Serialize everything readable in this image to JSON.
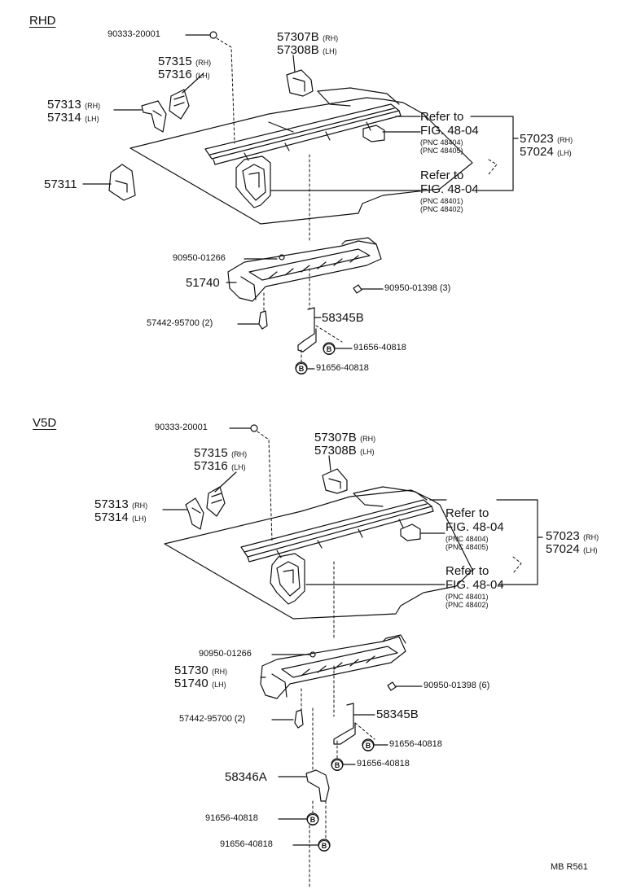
{
  "footer_code": "MB  R561",
  "sections": [
    {
      "title": "RHD",
      "labels": {
        "screw_top": "90333-20001",
        "p57307": "57307B",
        "p57307_tag": "(RH)",
        "p57308": "57308B",
        "p57308_tag": "(LH)",
        "p57315": "57315",
        "p57315_tag": "(RH)",
        "p57316": "57316",
        "p57316_tag": "(LH)",
        "p57313": "57313",
        "p57313_tag": "(RH)",
        "p57314": "57314",
        "p57314_tag": "(LH)",
        "p57311": "57311",
        "ref1_a": "Refer to",
        "ref1_b": "FIG. 48-04",
        "ref1_pnc1": "(PNC 48404)",
        "ref1_pnc2": "(PNC 48405)",
        "ref2_a": "Refer to",
        "ref2_b": "FIG. 48-04",
        "ref2_pnc1": "(PNC 48401)",
        "ref2_pnc2": "(PNC 48402)",
        "p57023": "57023",
        "p57023_tag": "(RH)",
        "p57024": "57024",
        "p57024_tag": "(LH)",
        "plug_a": "90950-01266",
        "step": "51740",
        "plug_b": "90950-01398 (3)",
        "clip": "57442-95700 (2)",
        "bracket": "58345B",
        "bolt1": "91656-40818",
        "bolt2": "91656-40818",
        "bolt_mark": "B"
      }
    },
    {
      "title": "V5D",
      "labels": {
        "screw_top": "90333-20001",
        "p57307": "57307B",
        "p57307_tag": "(RH)",
        "p57308": "57308B",
        "p57308_tag": "(LH)",
        "p57315": "57315",
        "p57315_tag": "(RH)",
        "p57316": "57316",
        "p57316_tag": "(LH)",
        "p57313": "57313",
        "p57313_tag": "(RH)",
        "p57314": "57314",
        "p57314_tag": "(LH)",
        "ref1_a": "Refer to",
        "ref1_b": "FIG. 48-04",
        "ref1_pnc1": "(PNC 48404)",
        "ref1_pnc2": "(PNC 48405)",
        "ref2_a": "Refer to",
        "ref2_b": "FIG. 48-04",
        "ref2_pnc1": "(PNC 48401)",
        "ref2_pnc2": "(PNC 48402)",
        "p57023": "57023",
        "p57023_tag": "(RH)",
        "p57024": "57024",
        "p57024_tag": "(LH)",
        "plug_a": "90950-01266",
        "step_rh": "51730",
        "step_rh_tag": "(RH)",
        "step_lh": "51740",
        "step_lh_tag": "(LH)",
        "plug_b": "90950-01398 (6)",
        "clip": "57442-95700 (2)",
        "bracket": "58345B",
        "bolt1": "91656-40818",
        "bolt2": "91656-40818",
        "bracket2": "58346A",
        "bolt3": "91656-40818",
        "bolt4": "91656-40818",
        "bolt_mark": "B"
      }
    }
  ]
}
